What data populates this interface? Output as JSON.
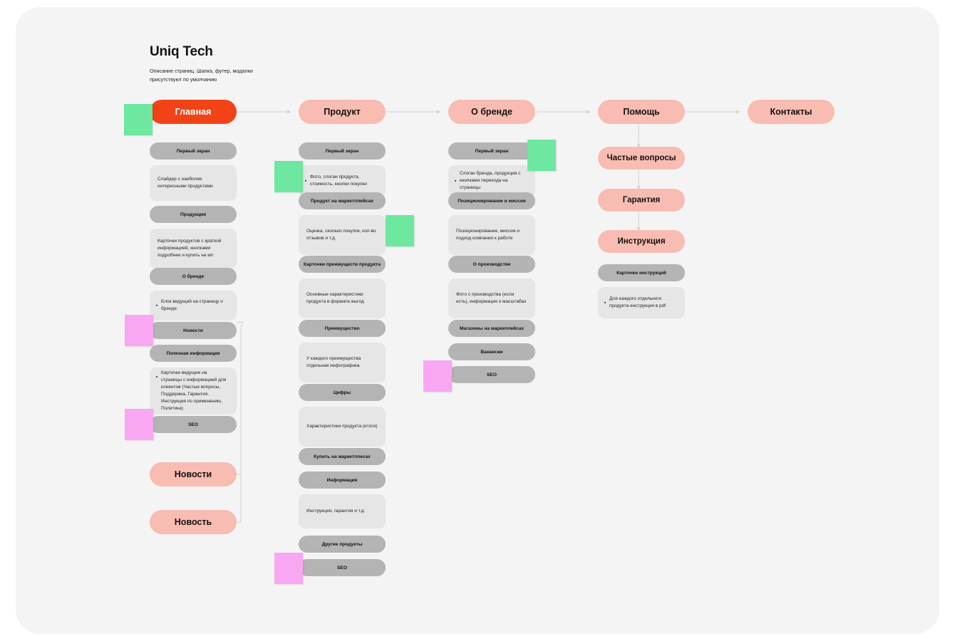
{
  "header": {
    "title": "Uniq Tech",
    "subtitle": "Описание страниц. Шапка, футер, модалки присутствуют по умолчанию"
  },
  "colors": {
    "canvas": "#f4f4f4",
    "accent_home": "#f24317",
    "page_pink": "#f8bcb2",
    "section_gray": "#b4b4b4",
    "description_gray": "#e6e6e6",
    "sticky_green": "#6ee7a0",
    "sticky_pink": "#f9a7f2",
    "wire": "#c9c9c9"
  },
  "top_nav": [
    {
      "label": "Главная",
      "kind": "home"
    },
    {
      "label": "Продукт",
      "kind": "page"
    },
    {
      "label": "О бренде",
      "kind": "page"
    },
    {
      "label": "Помощь",
      "kind": "page"
    },
    {
      "label": "Контакты",
      "kind": "page"
    }
  ],
  "columns": [
    {
      "name": "glavnaya",
      "nodes": [
        {
          "type": "section",
          "label": "Первый экран"
        },
        {
          "type": "description",
          "label": "Слайдер с наиболее интересными продуктами"
        },
        {
          "type": "section",
          "label": "Продукция"
        },
        {
          "type": "description",
          "label": "Карточки продуктов с краткой информацией, кнопками подробнее и купить на мп"
        },
        {
          "type": "section",
          "label": "О бренде"
        },
        {
          "type": "description",
          "label": "Блок ведущий на страницу о бренде",
          "bullet": true
        },
        {
          "type": "section",
          "label": "Новости"
        },
        {
          "type": "section",
          "label": "Полезная информация"
        },
        {
          "type": "description",
          "label": "Карточки ведущие на страницы с информацией для клиентов (Частые вопросы, Поддержка, Гарантия, Инструкция по применению, Политика)",
          "bullet": true
        },
        {
          "type": "section",
          "label": "SEO"
        },
        {
          "type": "page",
          "label": "Новости"
        },
        {
          "type": "page",
          "label": "Новость"
        }
      ]
    },
    {
      "name": "produkt",
      "nodes": [
        {
          "type": "section",
          "label": "Первый экран"
        },
        {
          "type": "description",
          "label": "Фото, слоган продукта, стоимость, кнопки покупки",
          "bullet": true
        },
        {
          "type": "section",
          "label": "Продукт на маркетплейсах"
        },
        {
          "type": "description",
          "label": "Оценка, сколько покупок, кол-во отзывов и т.д."
        },
        {
          "type": "section",
          "label": "Карточки преимуществ продукта"
        },
        {
          "type": "description",
          "label": "Основные характеристики продукта в формате выгод"
        },
        {
          "type": "section",
          "label": "Преимущество"
        },
        {
          "type": "description",
          "label": "У каждого преимущества отдельная инфографика"
        },
        {
          "type": "section",
          "label": "Цифры"
        },
        {
          "type": "description",
          "label": "Характеристики продукта (итоги)"
        },
        {
          "type": "section",
          "label": "Купить на маркетплесах"
        },
        {
          "type": "section",
          "label": "Информация"
        },
        {
          "type": "description",
          "label": "Инструкция, гарантия и т.д."
        },
        {
          "type": "section",
          "label": "Другие продукты"
        },
        {
          "type": "section",
          "label": "SEO"
        }
      ]
    },
    {
      "name": "o-brende",
      "nodes": [
        {
          "type": "section",
          "label": "Первый экран"
        },
        {
          "type": "description",
          "label": "Слоган бренда, продукция с кнопками перехода на страницы",
          "bullet": true
        },
        {
          "type": "section",
          "label": "Позиционирование и миссия"
        },
        {
          "type": "description",
          "label": "Позиционирование, миссия и подход компании к работе"
        },
        {
          "type": "section",
          "label": "О производстве"
        },
        {
          "type": "description",
          "label": "Фото с производства (если есть), информация о масштабах"
        },
        {
          "type": "section",
          "label": "Магазины на маркеплейсах"
        },
        {
          "type": "section",
          "label": "Вакансии"
        },
        {
          "type": "section",
          "label": "SEO"
        }
      ]
    },
    {
      "name": "pomoshch",
      "nodes": [
        {
          "type": "helpcard",
          "label": "Частые вопросы"
        },
        {
          "type": "helpcard",
          "label": "Гарантия"
        },
        {
          "type": "helpcard",
          "label": "Инструкция"
        },
        {
          "type": "section",
          "label": "Карточки инструкций"
        },
        {
          "type": "description",
          "label": "Для каждого отдельного продукта инструкция в pdf",
          "bullet": true
        }
      ]
    }
  ],
  "stickies": [
    {
      "id": "s1",
      "color": "green",
      "body": "",
      "foot": ""
    },
    {
      "id": "s2",
      "color": "green",
      "body": "",
      "foot": ""
    },
    {
      "id": "s3",
      "color": "green",
      "body": "",
      "foot": ""
    },
    {
      "id": "s4",
      "color": "green",
      "body": "",
      "foot": ""
    },
    {
      "id": "s5",
      "color": "pink",
      "body": "",
      "foot": ""
    },
    {
      "id": "s6",
      "color": "pink",
      "body": "",
      "foot": ""
    },
    {
      "id": "s7",
      "color": "pink",
      "body": "",
      "foot": ""
    },
    {
      "id": "s8",
      "color": "pink",
      "body": "",
      "foot": ""
    }
  ]
}
